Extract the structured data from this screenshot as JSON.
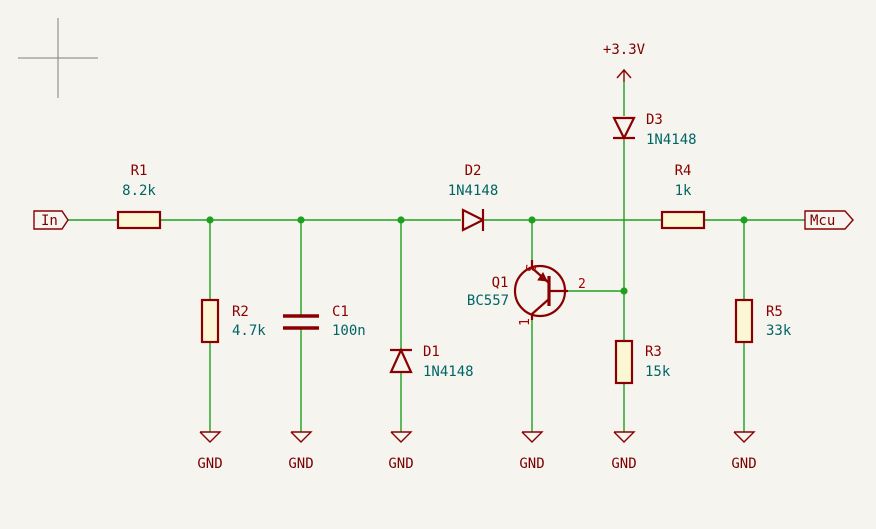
{
  "schematic": {
    "labels": {
      "in": "In",
      "mcu": "Mcu"
    },
    "power": {
      "vcc": "+3.3V",
      "gnd": "GND"
    },
    "components": {
      "r1": {
        "ref": "R1",
        "value": "8.2k"
      },
      "r2": {
        "ref": "R2",
        "value": "4.7k"
      },
      "c1": {
        "ref": "C1",
        "value": "100n"
      },
      "d1": {
        "ref": "D1",
        "value": "1N4148"
      },
      "d2": {
        "ref": "D2",
        "value": "1N4148"
      },
      "q1": {
        "ref": "Q1",
        "value": "BC557",
        "pins": {
          "emitter": "3",
          "base": "2",
          "collector": "1"
        }
      },
      "d3": {
        "ref": "D3",
        "value": "1N4148"
      },
      "r3": {
        "ref": "R3",
        "value": "15k"
      },
      "r4": {
        "ref": "R4",
        "value": "1k"
      },
      "r5": {
        "ref": "R5",
        "value": "33k"
      }
    },
    "colors": {
      "wire": "#1ea01e",
      "symbol": "#8a0000",
      "value_text": "#006565",
      "background": "#f5f4ef"
    }
  }
}
